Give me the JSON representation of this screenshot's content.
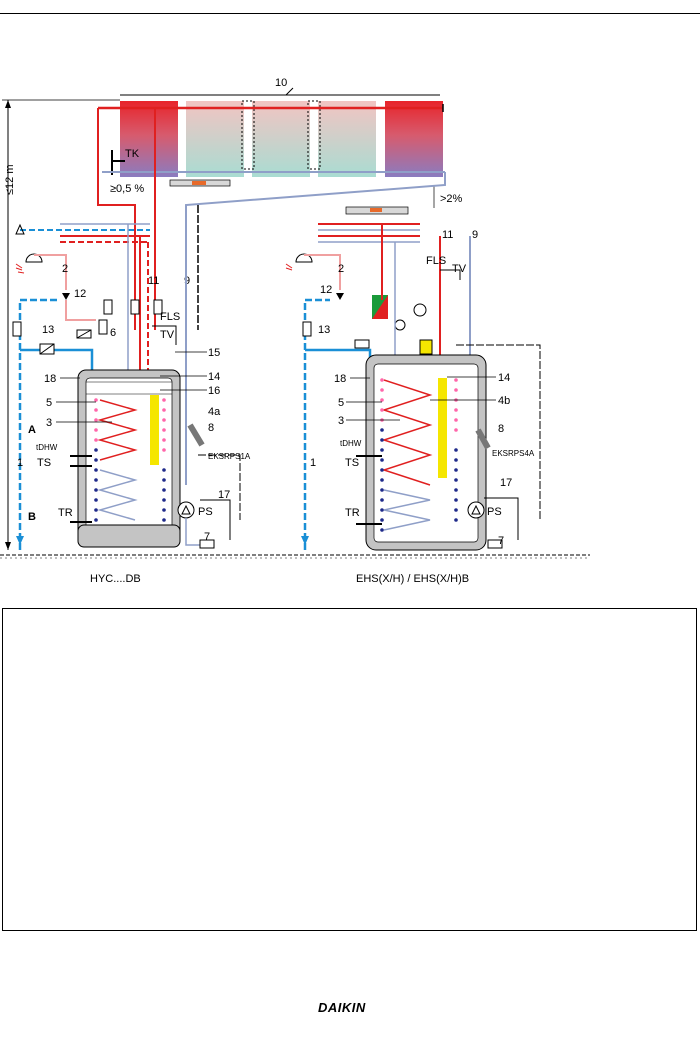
{
  "labels": {
    "collector_group": "10",
    "height_limit": "≤12 m",
    "collector_sensor": "TK",
    "slope_left": "≥0,5 %",
    "slope_right": ">2%",
    "zone_a": "A",
    "zone_b": "B",
    "left_unit": {
      "n2": "2",
      "n12": "12",
      "n13": "13",
      "n6": "6",
      "n11": "11",
      "n9": "9",
      "n15": "15",
      "n14": "14",
      "n16": "16",
      "n18": "18",
      "n5": "5",
      "n3": "3",
      "n4a": "4a",
      "n8": "8",
      "n1": "1",
      "n17": "17",
      "n7": "7",
      "fls": "FLS",
      "tv": "TV",
      "tdhw": "tDHW",
      "ts": "TS",
      "tr": "TR",
      "ps": "PS",
      "pump_set": "EKSRPS1A",
      "model": "HYC....DB"
    },
    "right_unit": {
      "n2": "2",
      "n12": "12",
      "n13": "13",
      "n11": "11",
      "n9": "9",
      "n14": "14",
      "n4b": "4b",
      "n18": "18",
      "n5": "5",
      "n3": "3",
      "n8": "8",
      "n1": "1",
      "n17": "17",
      "n7": "7",
      "fls": "FLS",
      "tv": "TV",
      "tdhw": "tDHW",
      "ts": "TS",
      "tr": "TR",
      "ps": "PS",
      "pump_set": "EKSRPS4A",
      "model": "EHS(X/H) / EHS(X/H)B"
    }
  },
  "footer": {
    "brand": "DAIKIN"
  },
  "colors": {
    "hot": "#e02020",
    "cold": "#1a8fd6",
    "return": "#8f9fc8",
    "gray": "#c8c8c8",
    "yellow": "#f5e600"
  }
}
